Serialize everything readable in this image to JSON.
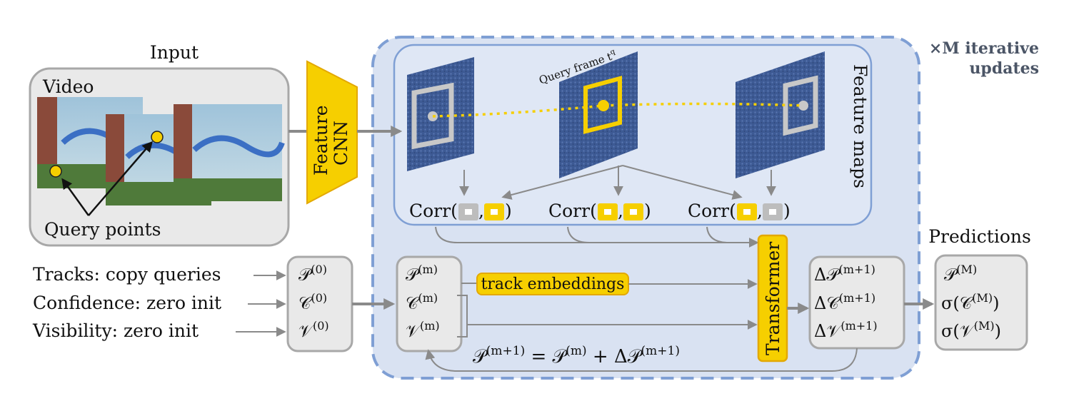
{
  "input": {
    "title": "Input",
    "video_label": "Video",
    "query_label": "Query points"
  },
  "cnn": {
    "label_line1": "Feature",
    "label_line2": "CNN"
  },
  "feature_maps": {
    "label": "Feature maps",
    "query_frame": "Query frame t",
    "query_frame_sup": "q"
  },
  "iterative": {
    "line1": "×M iterative",
    "line2": "updates"
  },
  "corr": {
    "word": "Corr",
    "sep": ",",
    "close": ")",
    "open": "("
  },
  "inits": {
    "tracks": "Tracks: copy queries",
    "confidence": "Confidence: zero init",
    "visibility": "Visibility: zero init"
  },
  "init_state": {
    "p": "𝒫",
    "c": "𝒞",
    "v": "𝒱",
    "sup": "(0)"
  },
  "cur_state": {
    "p": "𝒫",
    "c": "𝒞",
    "v": "𝒱",
    "sup": "(m)"
  },
  "track_embeddings": "track embeddings",
  "transformer": "Transformer",
  "delta": {
    "dp": "Δ𝒫",
    "dc": "Δ𝒞",
    "dv": "Δ𝒱",
    "sup": "(m+1)"
  },
  "update_eq": {
    "lhs": "𝒫",
    "lhs_sup": "(m+1)",
    "eq": " = 𝒫",
    "mid_sup": "(m)",
    "plus": " + Δ𝒫",
    "rhs_sup": "(m+1)"
  },
  "predictions": {
    "title": "Predictions",
    "p": "𝒫",
    "p_sup": "(M)",
    "c": "σ(𝒞",
    "c_sup": "(M)",
    "c_close": ")",
    "v": "σ(𝒱",
    "v_sup": "(M)",
    "v_close": ")"
  },
  "colors": {
    "accent_yellow": "#f6cf00",
    "yellow_border": "#e3a800",
    "panel_blue": "#d9e2f2",
    "dash_blue": "#7f9fd4",
    "gray_box": "#e9e9e9",
    "gray_border": "#a8a8a8",
    "arrow_gray": "#8a8a8a"
  }
}
